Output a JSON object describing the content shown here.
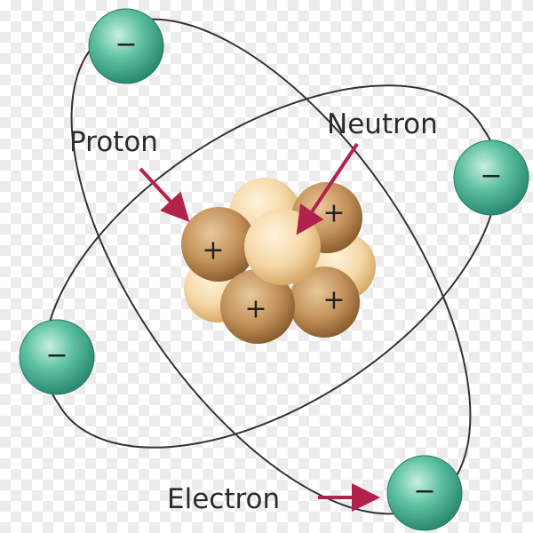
{
  "title": "Atom diagram",
  "labels": {
    "proton": "Proton",
    "neutron": "Neutron",
    "electron": "Electron"
  },
  "signs": {
    "positive": "+",
    "negative": "−"
  },
  "colors": {
    "electron": "#3fae92",
    "proton": "#c08a4e",
    "neutron": "#f4d8a8",
    "arrow": "#b3224a",
    "orbit": "#333333"
  }
}
